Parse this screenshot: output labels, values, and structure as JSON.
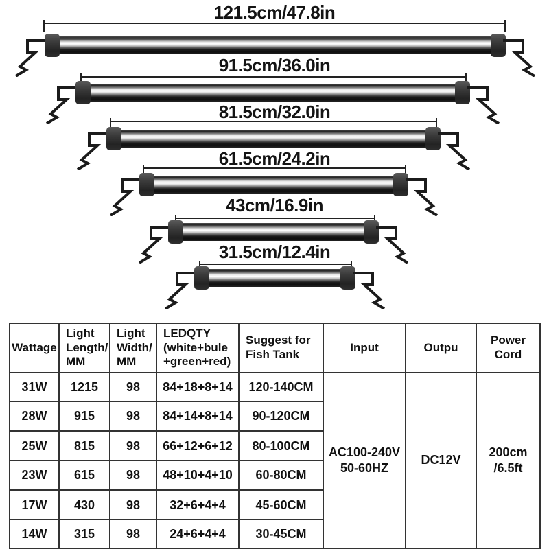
{
  "fixtures": [
    {
      "label": "121.5cm/47.8in"
    },
    {
      "label": "91.5cm/36.0in"
    },
    {
      "label": "81.5cm/32.0in"
    },
    {
      "label": "61.5cm/24.2in"
    },
    {
      "label": "43cm/16.9in"
    },
    {
      "label": "31.5cm/12.4in"
    }
  ],
  "table": {
    "headers": [
      "Wattage",
      "Light\nLength/\nMM",
      "Light\nWidth/\nMM",
      "LEDQTY\n(white+bule\n+green+red)",
      "Suggest for\nFish Tank",
      "Input",
      "Outpu",
      "Power Cord"
    ],
    "rows": [
      {
        "wattage": "31W",
        "length": "1215",
        "width": "98",
        "led_qty": "84+18+8+14",
        "tank": "120-140CM"
      },
      {
        "wattage": "28W",
        "length": "915",
        "width": "98",
        "led_qty": "84+14+8+14",
        "tank": "90-120CM"
      },
      {
        "wattage": "25W",
        "length": "815",
        "width": "98",
        "led_qty": "66+12+6+12",
        "tank": "80-100CM"
      },
      {
        "wattage": "23W",
        "length": "615",
        "width": "98",
        "led_qty": "48+10+4+10",
        "tank": "60-80CM"
      },
      {
        "wattage": "17W",
        "length": "430",
        "width": "98",
        "led_qty": "32+6+4+4",
        "tank": "45-60CM"
      },
      {
        "wattage": "14W",
        "length": "315",
        "width": "98",
        "led_qty": "24+6+4+4",
        "tank": "30-45CM"
      }
    ],
    "merged": {
      "input": "AC100-240V\n50-60HZ",
      "output": "DC12V",
      "power_cord": "200cm\n/6.5ft"
    }
  },
  "colors": {
    "background": "#ffffff",
    "text": "#141414",
    "table_border": "#333333",
    "bar_highlight": "#ffffff",
    "bar_dark": "#0e0e0e",
    "end_cap": "#3b3b3b"
  }
}
